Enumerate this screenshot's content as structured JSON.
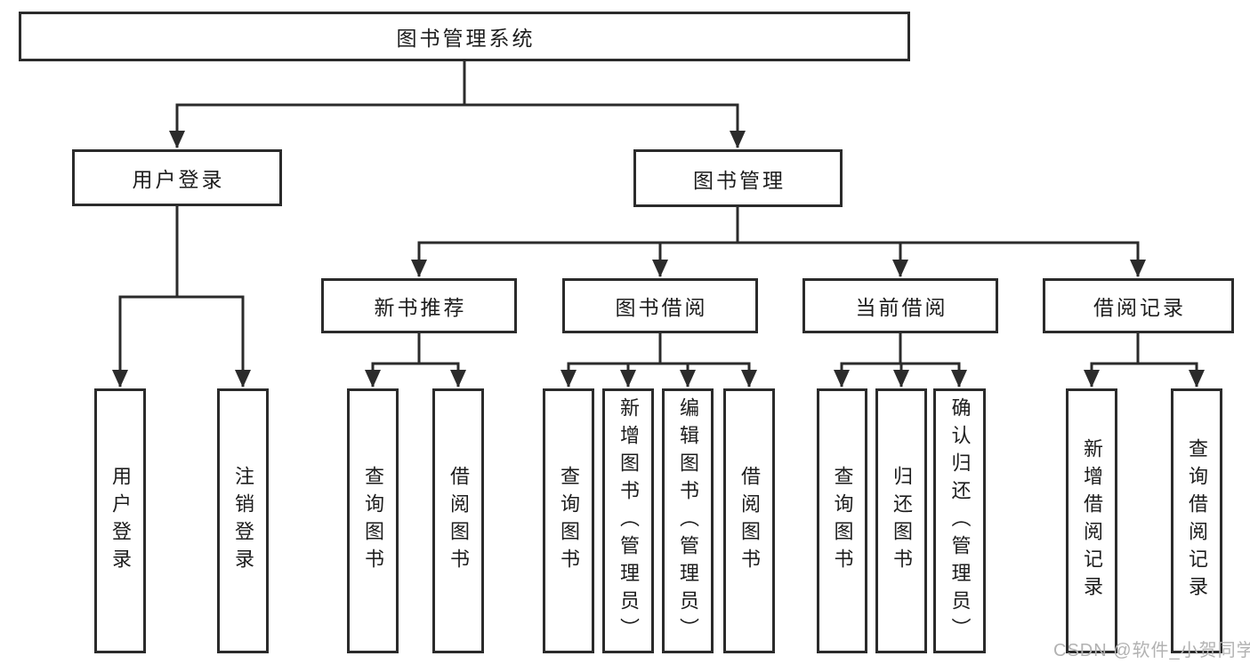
{
  "diagram": {
    "root": {
      "label": "图书管理系统"
    },
    "branches": [
      {
        "label": "用户登录",
        "children": [
          {
            "label": "用户登录"
          },
          {
            "label": "注销登录"
          }
        ]
      },
      {
        "label": "图书管理",
        "children": [
          {
            "label": "新书推荐",
            "children": [
              {
                "label": "查询图书"
              },
              {
                "label": "借阅图书"
              }
            ]
          },
          {
            "label": "图书借阅",
            "children": [
              {
                "label": "查询图书"
              },
              {
                "label": "新增图书（管理员）"
              },
              {
                "label": "编辑图书（管理员）"
              },
              {
                "label": "借阅图书"
              }
            ]
          },
          {
            "label": "当前借阅",
            "children": [
              {
                "label": "查询图书"
              },
              {
                "label": "归还图书"
              },
              {
                "label": "确认归还（管理员）"
              }
            ]
          },
          {
            "label": "借阅记录",
            "children": [
              {
                "label": "新增借阅记录"
              },
              {
                "label": "查询借阅记录"
              }
            ]
          }
        ]
      }
    ],
    "colors": {
      "line": "#2b2b2b",
      "box_border": "#2b2b2b",
      "text": "#1d1d1d",
      "watermark": "#b2b2b2",
      "background": "#ffffff"
    }
  },
  "watermark": {
    "text": "CSDN @软件_小贺同学"
  }
}
